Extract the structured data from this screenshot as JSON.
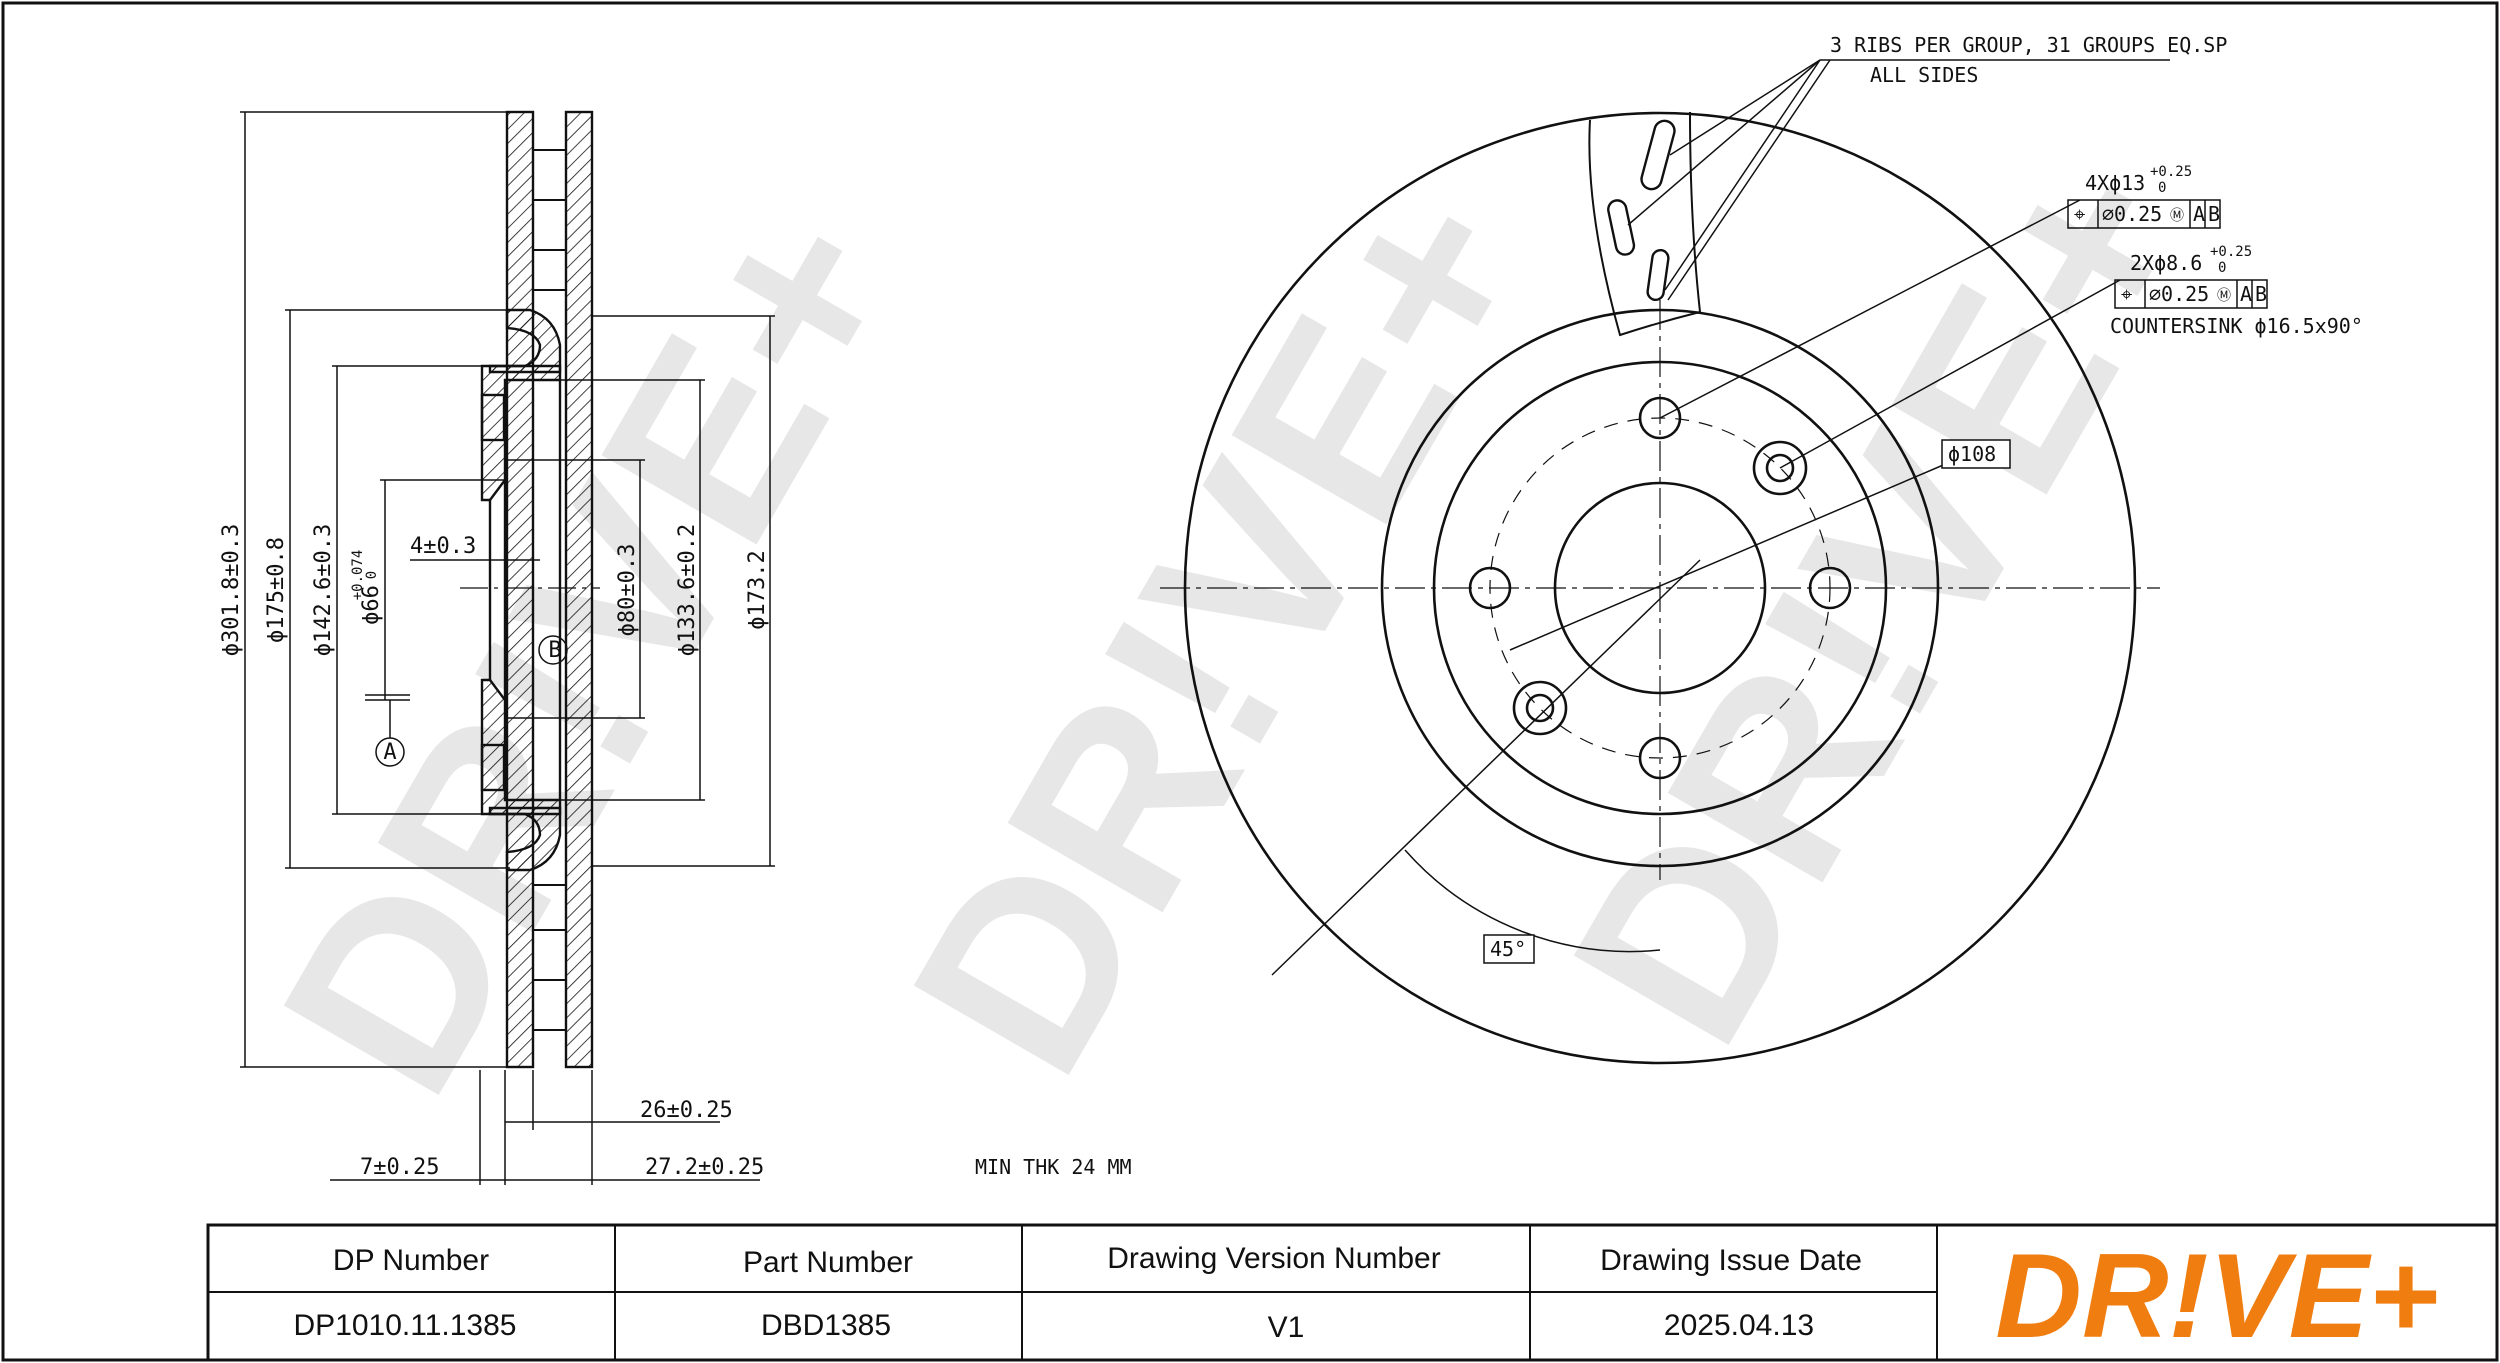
{
  "watermark": "DR!VE+",
  "notes": {
    "ribs": "3 RIBS PER GROUP, 31 GROUPS EQ.SP",
    "all_sides": "ALL SIDES",
    "min_thk": "MIN THK 24 MM",
    "countersink": "COUNTERSINK ϕ16.5x90°",
    "angle": "45°"
  },
  "holes": {
    "four": {
      "label": "4Xϕ13",
      "tol_upper": "+0.25",
      "tol_lower": "0",
      "fcf": [
        "⌖",
        "⌀0.25",
        "Ⓜ",
        "A",
        "B"
      ]
    },
    "two": {
      "label": "2Xϕ8.6",
      "tol_upper": "+0.25",
      "tol_lower": "0",
      "fcf": [
        "⌖",
        "⌀0.25",
        "Ⓜ",
        "A",
        "B"
      ]
    },
    "pcd": "ϕ108"
  },
  "dimensions": {
    "d1": "ϕ301.8±0.3",
    "d2": "ϕ175±0.8",
    "d3": "ϕ142.6±0.3",
    "d4": "ϕ66",
    "d4_tol_upper": "+0.074",
    "d4_tol_lower": "0",
    "d5": "4±0.3",
    "d6": "ϕ80±0.3",
    "d7": "ϕ133.6±0.2",
    "d8": "ϕ173.2",
    "w1": "26±0.25",
    "w2": "7±0.25",
    "w3": "27.2±0.25",
    "datum_a": "A",
    "datum_b": "B"
  },
  "title_block": {
    "headers": [
      "DP Number",
      "Part Number",
      "Drawing Version Number",
      "Drawing Issue Date"
    ],
    "values": [
      "DP1010.11.1385",
      "DBD1385",
      "V1",
      "2025.04.13"
    ],
    "logo_text": "DR!VE+",
    "logo_color": "#f07d10"
  },
  "colors": {
    "line": "#111111",
    "watermark": "#bdbdbd",
    "accent": "#f07d10"
  }
}
